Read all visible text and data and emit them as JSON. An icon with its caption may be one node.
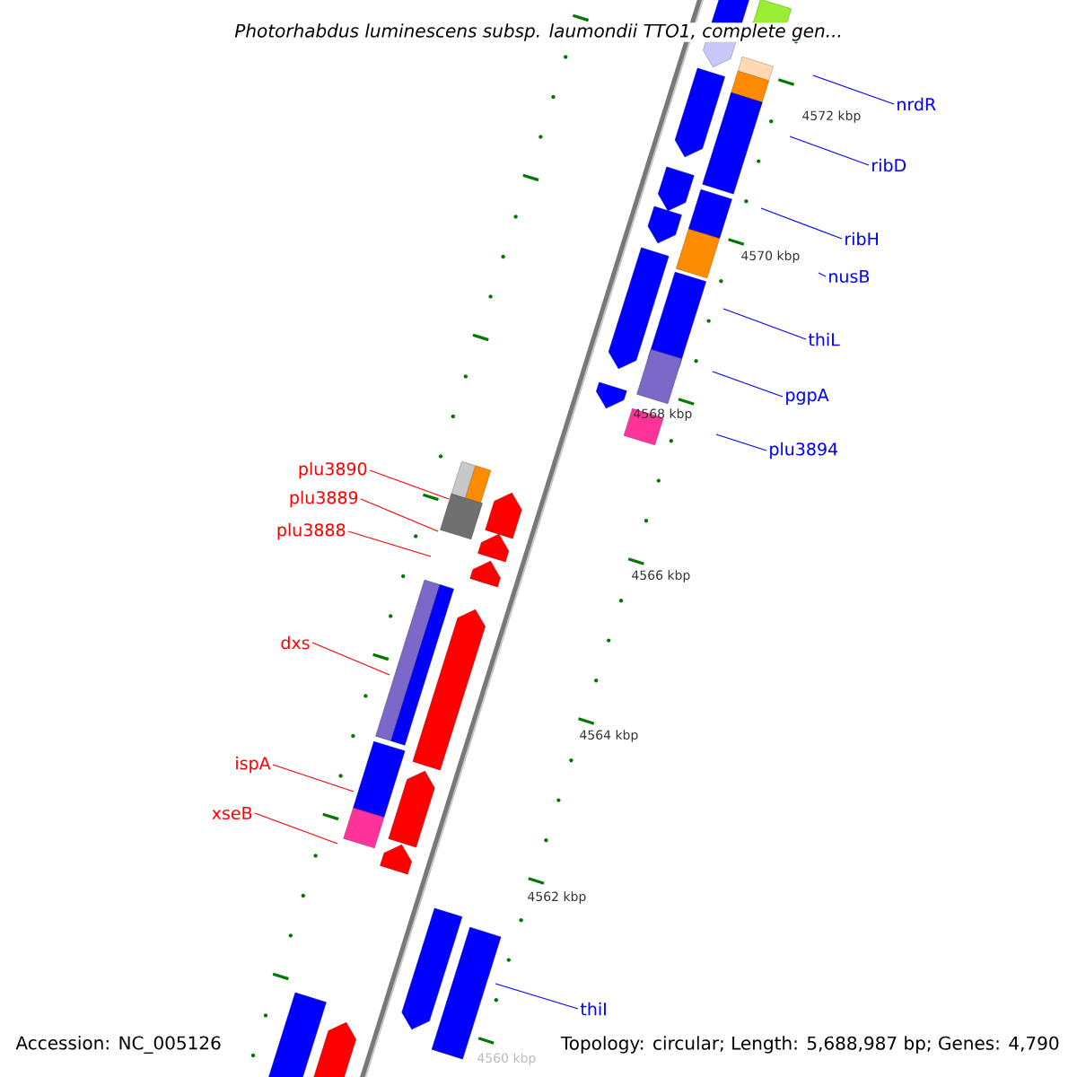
{
  "diagram": {
    "title": "Photorhabdus luminescens subsp. laumondii TTO1, complete gen...",
    "nodes": [
      {
        "text": [
          "nrdR"
        ]
      },
      {
        "text": [
          "ribD"
        ]
      },
      {
        "text": [
          "ribH"
        ]
      },
      {
        "text": [
          "nusB"
        ]
      },
      {
        "text": [
          "thiL"
        ]
      },
      {
        "text": [
          "pgpA"
        ]
      },
      {
        "text": [
          "plu3894"
        ]
      },
      {
        "text": [
          "plu3890"
        ]
      },
      {
        "text": [
          "plu3889"
        ]
      },
      {
        "text": [
          "plu3888"
        ]
      },
      {
        "text": [
          "dxs"
        ]
      },
      {
        "text": [
          "ispA"
        ]
      },
      {
        "text": [
          "xseB"
        ]
      },
      {
        "text": [
          "thiI"
        ]
      }
    ],
    "edges": [
      {
        "from": 0,
        "to": null,
        "arrow": "none"
      },
      {
        "from": 1,
        "to": null,
        "arrow": "none"
      },
      {
        "from": 2,
        "to": null,
        "arrow": "none"
      },
      {
        "from": 3,
        "to": null,
        "arrow": "none"
      },
      {
        "from": 4,
        "to": null,
        "arrow": "none"
      },
      {
        "from": 5,
        "to": null,
        "arrow": "none"
      },
      {
        "from": 6,
        "to": null,
        "arrow": "none"
      },
      {
        "from": 7,
        "to": null,
        "arrow": "none",
        "color": "#ff0000"
      },
      {
        "from": 8,
        "to": null,
        "arrow": "none",
        "color": "#ff0000"
      },
      {
        "from": 9,
        "to": null,
        "arrow": "none",
        "color": "#ff0000"
      },
      {
        "from": 10,
        "to": null,
        "arrow": "none",
        "color": "#ff0000"
      },
      {
        "from": 11,
        "to": null,
        "arrow": "none",
        "color": "#ff0000"
      },
      {
        "from": 12,
        "to": null,
        "arrow": "none",
        "color": "#ff0000"
      },
      {
        "from": 13,
        "to": null,
        "arrow": "none"
      }
    ],
    "labels": [
      "4572 kbp",
      "4570 kbp",
      "4568 kbp",
      "4566 kbp",
      "4564 kbp",
      "4562 kbp",
      "4560 kbp",
      "Accession: NC_005126",
      "Topology: circular; Length: 5,688,987 bp; Genes: 4,790"
    ]
  }
}
